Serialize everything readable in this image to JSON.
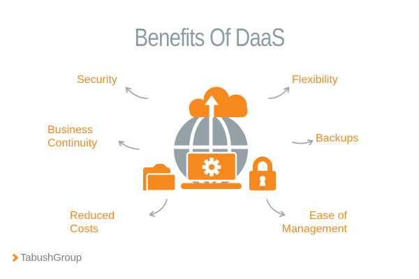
{
  "title": "Benefits Of DaaS",
  "benefits": [
    {
      "id": "security",
      "lines": [
        "Security"
      ]
    },
    {
      "id": "flexibility",
      "lines": [
        "Flexibility"
      ]
    },
    {
      "id": "business-continuity",
      "lines": [
        "Business",
        "Continuity"
      ]
    },
    {
      "id": "backups",
      "lines": [
        "Backups"
      ]
    },
    {
      "id": "reduced-costs",
      "lines": [
        "Reduced",
        "Costs"
      ]
    },
    {
      "id": "ease-of-management",
      "lines": [
        "Ease of",
        "Management"
      ]
    }
  ],
  "center_illustration": {
    "icons": [
      "globe-icon",
      "cloud-upload-icon",
      "upload-arrow-icon",
      "laptop-icon",
      "gear-icon",
      "folder-icon",
      "padlock-icon"
    ]
  },
  "logo": {
    "chevron_icon": "chevron-right",
    "text": "TabushGroup"
  },
  "colors": {
    "orange": "#F6891E",
    "globe_gray": "#95A1A6",
    "title_gray": "#8C9CA3",
    "arrow_gray": "#9BA8AD",
    "logo_gray": "#7C8286",
    "background": "#FFFFFF"
  }
}
